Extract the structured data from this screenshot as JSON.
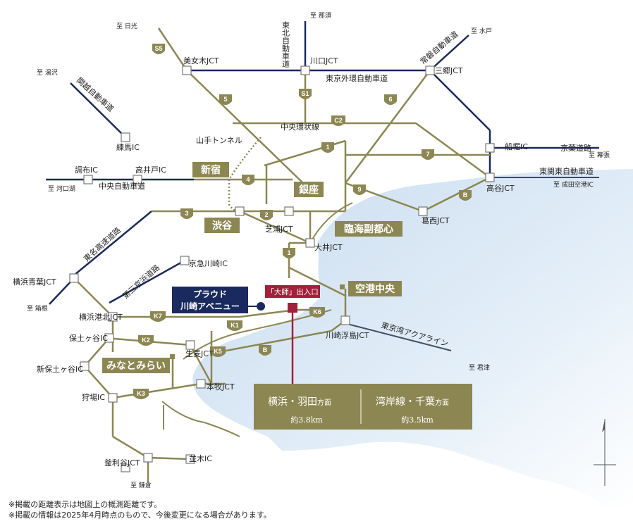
{
  "areas": {
    "shinjuku": "新宿",
    "shibuya": "渋谷",
    "ginza": "銀座",
    "rinkai": "臨海副都心",
    "airport": "空港中央",
    "minatomirai": "みなとみらい"
  },
  "property": {
    "line1": "プラウド",
    "line2": "川崎アベニュー"
  },
  "entrance": "「大師」出入口",
  "routes": {
    "tohoku": "東北自動車道",
    "joban": "常磐自動車道",
    "kanetsu": "関越自動車道",
    "gaikan": "東京外環自動車道",
    "chuo_kanjo": "中央環状線",
    "yamate_tunnel": "山手トンネル",
    "chuo_expwy": "中央自動車道",
    "keiyo": "京葉道路",
    "higashikanto": "東関東自動車道",
    "tomei": "東名高速道路",
    "daisan_keihin": "第三京浜道路",
    "aqualine": "東京湾アクアライン"
  },
  "junctions": {
    "bijogi": "美女木JCT",
    "kawaguchi": "川口JCT",
    "misato": "三郷JCT",
    "nerima": "練馬IC",
    "chofu": "調布IC",
    "takaido": "高井戸IC",
    "funabori": "船堀IC",
    "takaya": "高谷JCT",
    "kasai": "葛西JCT",
    "shibaura": "芝浦JCT",
    "oi": "大井JCT",
    "keikyu_kawasaki": "京急川崎IC",
    "yokohama_aoba": "横浜青葉JCT",
    "yokohama_kohoku": "横浜港北JCT",
    "hodogaya": "保土ヶ谷IC",
    "namamugi": "生麦JCT",
    "shin_hodogaya": "新保土ヶ谷IC",
    "kawasaki_ukishima": "川崎浮島JCT",
    "honmoku": "本牧JCT",
    "karibacho": "狩場IC",
    "kamariya": "釜利谷JCT",
    "namiki": "並木IC"
  },
  "destinations": {
    "nikko": "至 日光",
    "nasu": "至 那須",
    "mito": "至 水戸",
    "yuzawa": "至 湯沢",
    "kawaguchiko": "至 河口湖",
    "makuhari": "至 幕張",
    "narita": "至 成田空港IC",
    "hakone": "至 箱根",
    "kisarazu": "至 君津",
    "kamakura": "至 鎌倉"
  },
  "shields": [
    "S5",
    "S1",
    "5",
    "6",
    "C2",
    "1",
    "7",
    "4",
    "9",
    "B",
    "3",
    "2",
    "1",
    "K7",
    "K1",
    "K6",
    "K2",
    "K5",
    "B",
    "K3"
  ],
  "distance_box": {
    "left_title": "横浜・羽田",
    "left_suffix": "方面",
    "left_dist": "約3.8km",
    "right_title": "湾岸線・千葉",
    "right_suffix": "方面",
    "right_dist": "約3.5km"
  },
  "notes": [
    "※掲載の距離表示は地図上の概測距離です。",
    "※掲載の情報は2025年4月時点のもので、今後変更になる場合があります。"
  ],
  "colors": {
    "gold": "#8c8652",
    "navy": "#1a2a5e",
    "red": "#a3203a",
    "sea": "#dce9f5"
  }
}
